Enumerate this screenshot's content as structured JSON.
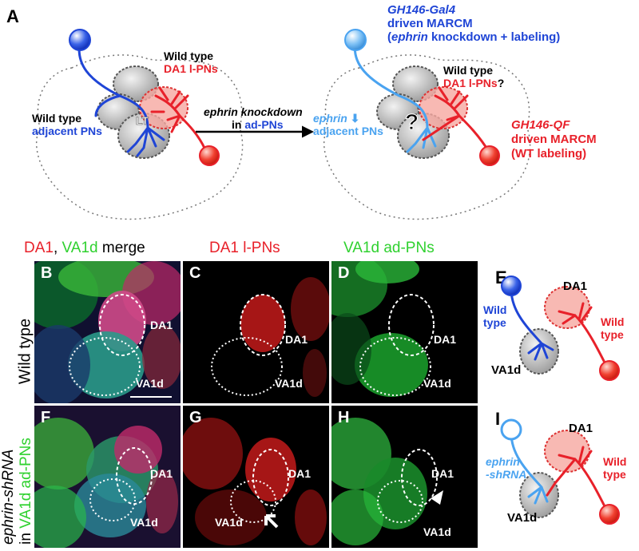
{
  "panelA": {
    "label": "A",
    "left_wt_title": "Wild type",
    "left_wt_sub": "DA1 l-PNs",
    "left_adj_title": "Wild type",
    "left_adj_sub": "adjacent PNs",
    "lt_marker": "LT",
    "arrow_label_1": "ephrin knockdown",
    "arrow_label_2_pre": "in ",
    "arrow_label_2_em": "ad-PNs",
    "gal4_line1": "GH146-Gal4",
    "gal4_line2": "driven MARCM",
    "gal4_line3_pre": "(",
    "gal4_line3_em": "ephrin",
    "gal4_line3_post": " knockdown + labeling)",
    "right_wt_title": "Wild type",
    "right_wt_sub": "DA1 l-PNs",
    "right_wt_q": "?",
    "ephrin_label": "ephrin",
    "ephrin_arrow": "⬇",
    "ephrin_sub": "adjacent PNs",
    "question": "?",
    "qf_line1": "GH146-QF",
    "qf_line2": "driven MARCM",
    "qf_line3": "(WT labeling)"
  },
  "headers": {
    "merge_red": "DA1",
    "merge_sep": ", ",
    "merge_green": "VA1d",
    "merge_tail": " merge",
    "c_header": "DA1 l-PNs",
    "d_header": "VA1d ad-PNs"
  },
  "rows": {
    "row1": "Wild type",
    "row2_a": "ephrin-shRNA",
    "row2_b_pre": "in ",
    "row2_b_em": "VA1d ad-PNs"
  },
  "panels": {
    "B": "B",
    "C": "C",
    "D": "D",
    "E": "E",
    "F": "F",
    "G": "G",
    "H": "H",
    "I": "I"
  },
  "glom": {
    "da1": "DA1",
    "va1d": "VA1d"
  },
  "panelE": {
    "blue_label": "Wild type",
    "red_label": "Wild type",
    "da1": "DA1",
    "va1d": "VA1d"
  },
  "panelI": {
    "blue_label_1": "ephrin",
    "blue_label_2": "-shRNA",
    "red_label": "Wild type",
    "da1": "DA1",
    "va1d": "VA1d"
  },
  "colors": {
    "red": "#e8212a",
    "green": "#2fd12f",
    "blue": "#1f45d6",
    "lightblue": "#4aa3f0"
  }
}
